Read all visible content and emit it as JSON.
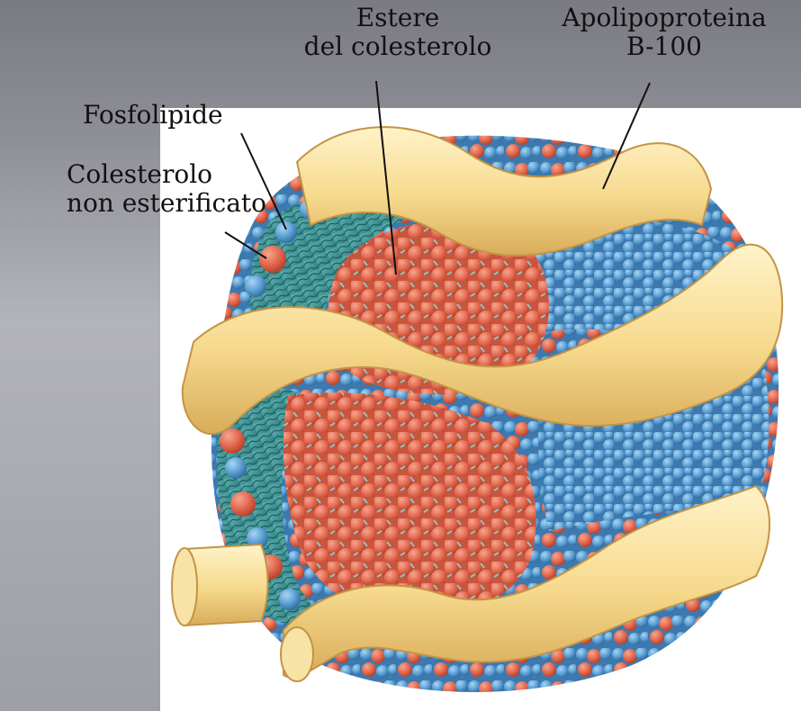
{
  "labels": {
    "esteri": {
      "line1": "Estere",
      "line2": "del colesterolo"
    },
    "apo": {
      "line1": "Apolipoproteina",
      "line2": "B-100"
    },
    "fosfolipide": "Fosfolipide",
    "colesterolo": {
      "line1": "Colesterolo",
      "line2": "non esterificato"
    }
  },
  "colors": {
    "ester_red": "#e2684f",
    "phospholipid_blue": "#5b9fd4",
    "membrane_teal": "#3f9a9a",
    "protein_yellow": "#f6d98c",
    "background_gray": "#9a9aa2"
  }
}
